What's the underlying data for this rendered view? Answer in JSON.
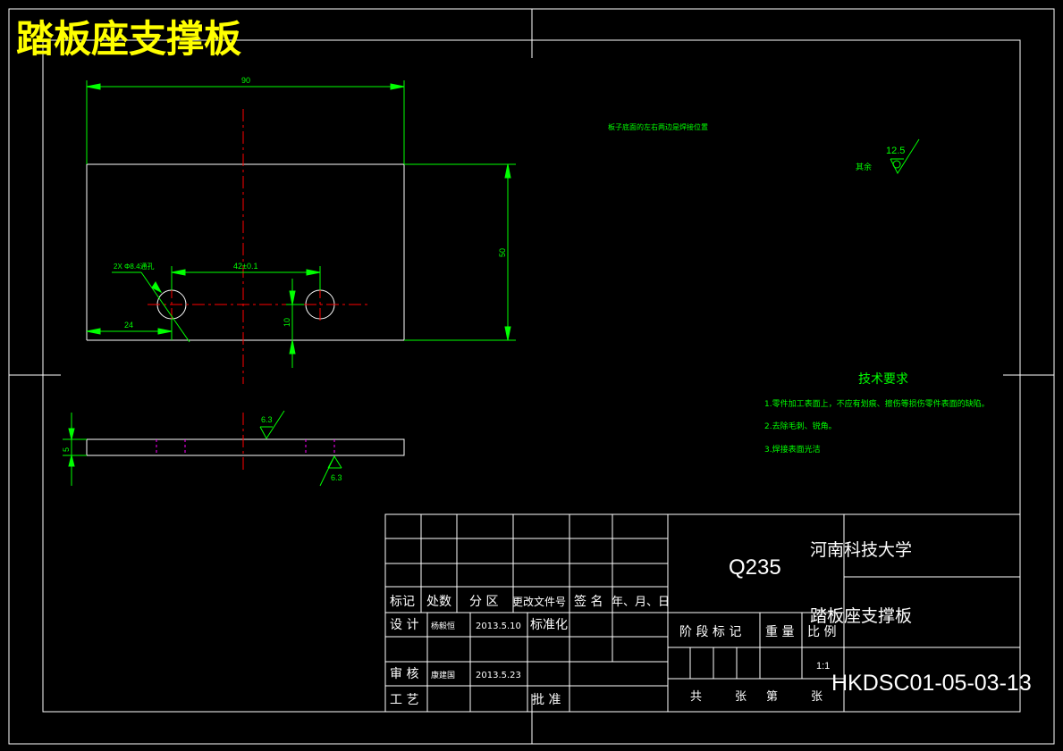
{
  "title": "踏板座支撑板",
  "colors": {
    "background": "#000000",
    "frame": "#ffffff",
    "dimension": "#00ff00",
    "centerline": "#ff0000",
    "hidden": "#ff00ff",
    "title_text": "#ffff00"
  },
  "front_view": {
    "dim_width": "90",
    "dim_height": "50",
    "dim_hole_spacing": "42±0.1",
    "dim_hole_label": "2X Φ8.4通孔",
    "dim_left_offset": "24",
    "dim_hole_height": "10"
  },
  "side_view": {
    "dim_thickness": "5",
    "roughness_top": "6.3",
    "roughness_bottom": "6.3"
  },
  "notes": {
    "weld_note": "板子底面的左右两边是焊接位置",
    "roughness_value": "12.5",
    "roughness_rest": "其余"
  },
  "tech_requirements": {
    "heading": "技术要求",
    "items": [
      "1.零件加工表面上，不应有划痕、擦伤等损伤零件表面的缺陷。",
      "2.去除毛刺、锐角。",
      "3.焊接表面光洁"
    ]
  },
  "title_block": {
    "material": "Q235",
    "school": "河南科技大学",
    "part_name": "踏板座支撑板",
    "drawing_no": "HKDSC01-05-03-13",
    "scale": "1:1",
    "hdr_mark": "标记",
    "hdr_count": "处数",
    "hdr_zone": "分 区",
    "hdr_doc": "更改文件号",
    "hdr_sign": "签 名",
    "hdr_date": "年、月、日",
    "design_label": "设 计",
    "design_name": "杨毅恒",
    "design_date": "2013.5.10",
    "standard_label": "标准化",
    "review_label": "审 核",
    "review_name": "康建国",
    "review_date": "2013.5.23",
    "process_label": "工 艺",
    "approve_label": "批 准",
    "stage_label": "阶 段 标 记",
    "weight_label": "重 量",
    "ratio_label": "比 例",
    "sheet_total": "共",
    "sheet_unit1": "张",
    "sheet_no": "第",
    "sheet_unit2": "张"
  }
}
